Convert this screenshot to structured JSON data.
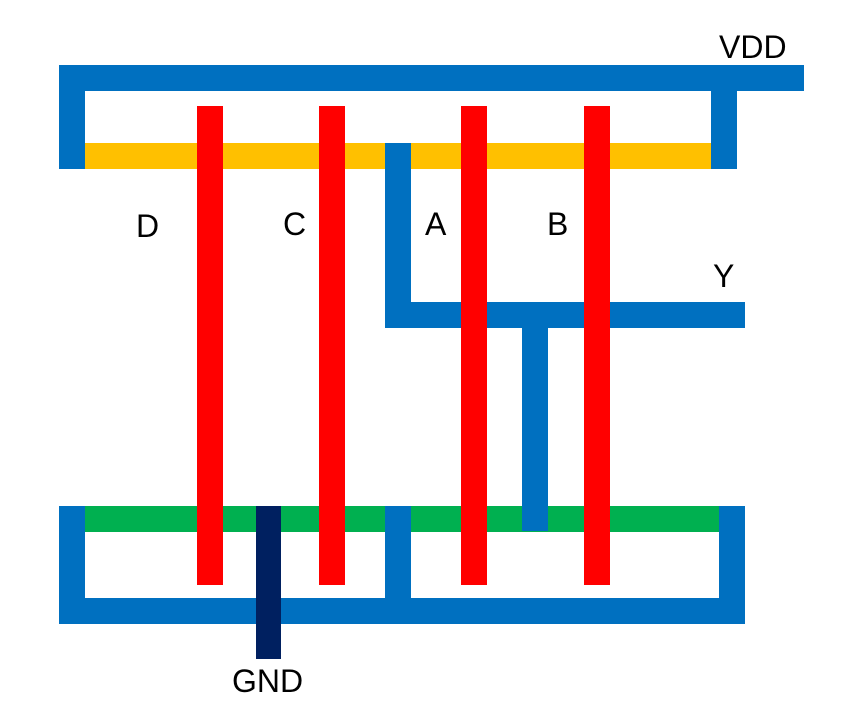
{
  "labels": {
    "vdd": "VDD",
    "gnd": "GND",
    "output_y": "Y",
    "input_d": "D",
    "input_c": "C",
    "input_a": "A",
    "input_b": "B"
  },
  "colors": {
    "metal": "#0070C0",
    "poly": "#FF0000",
    "p_diffusion": "#FFC000",
    "n_diffusion": "#00B050",
    "gnd_contact": "#002060",
    "background": "#FFFFFF"
  }
}
